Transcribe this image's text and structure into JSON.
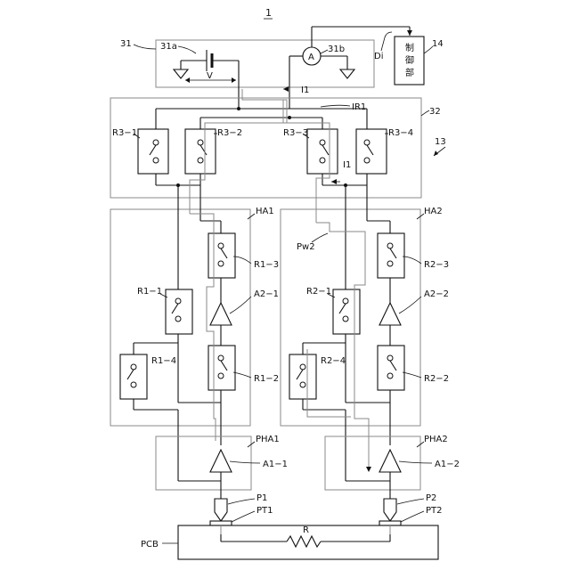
{
  "figure": {
    "number": "1",
    "power_unit": "31",
    "battery": "31a",
    "ammeter": "31b",
    "ammeter_symbol": "A",
    "voltage": "V",
    "current_i1_top": "I1",
    "current_i1_mid": "I1",
    "current_ir1": "IR1",
    "signal_di": "Di",
    "controller_ref": "14",
    "controller_label": [
      "制",
      "御",
      "部"
    ],
    "relay_group": "32",
    "device_ref": "13",
    "relays": {
      "r3_1": "R3−1",
      "r3_2": "R3−2",
      "r3_3": "R3−3",
      "r3_4": "R3−4",
      "r1_1": "R1−1",
      "r1_2": "R1−2",
      "r1_3": "R1−3",
      "r1_4": "R1−4",
      "r2_1": "R2−1",
      "r2_2": "R2−2",
      "r2_3": "R2−3",
      "r2_4": "R2−4"
    },
    "amplifiers": {
      "a2_1": "A2−1",
      "a2_2": "A2−2",
      "a1_1": "A1−1",
      "a1_2": "A1−2"
    },
    "units": {
      "ha1": "HA1",
      "ha2": "HA2",
      "pha1": "PHA1",
      "pha2": "PHA2",
      "pw2": "Pw2"
    },
    "probes": {
      "p1": "P1",
      "p2": "P2",
      "pt1": "PT1",
      "pt2": "PT2"
    },
    "board": "PCB",
    "resistor": "R"
  }
}
